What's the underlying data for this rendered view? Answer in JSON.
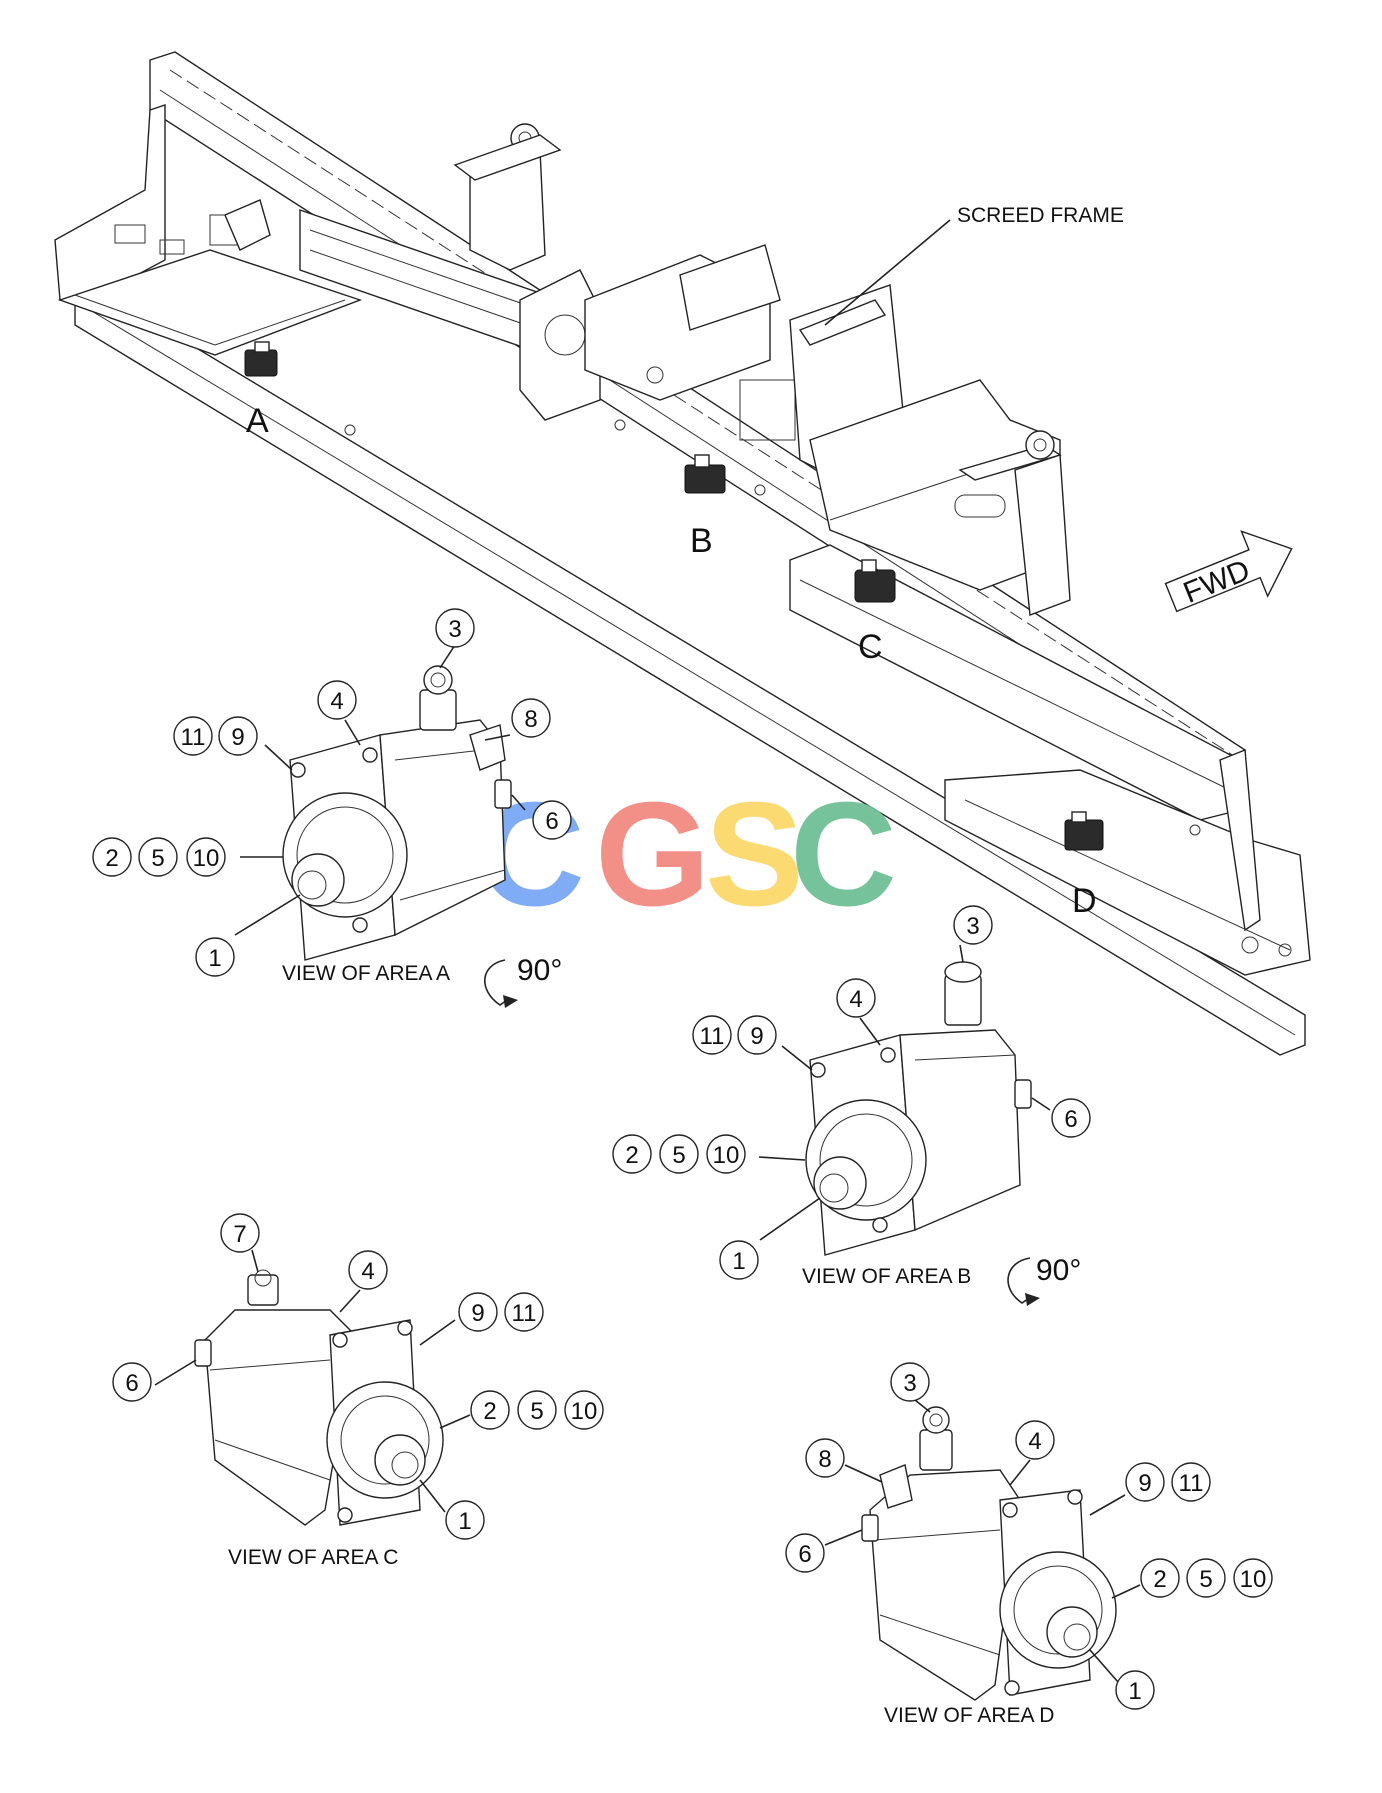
{
  "frame": {
    "callout": "SCREED FRAME",
    "fwd": "FWD",
    "areas": [
      "A",
      "B",
      "C",
      "D"
    ]
  },
  "watermark": {
    "letters": [
      "C",
      "G",
      "S",
      "C"
    ],
    "colors": [
      "#7aa7f5",
      "#f28b82",
      "#fbd96b",
      "#6fbf95"
    ]
  },
  "views": [
    {
      "id": "a",
      "caption": "VIEW OF AREA A",
      "rotation": "90°",
      "callouts": [
        "3",
        "4",
        "8",
        "11",
        "9",
        "6",
        "2",
        "5",
        "10",
        "1"
      ]
    },
    {
      "id": "b",
      "caption": "VIEW OF AREA B",
      "rotation": "90°",
      "callouts": [
        "3",
        "4",
        "11",
        "9",
        "6",
        "2",
        "5",
        "10",
        "1"
      ]
    },
    {
      "id": "c",
      "caption": "VIEW OF AREA C",
      "callouts": [
        "7",
        "4",
        "9",
        "11",
        "6",
        "2",
        "5",
        "10",
        "1"
      ]
    },
    {
      "id": "d",
      "caption": "VIEW OF AREA D",
      "callouts": [
        "3",
        "4",
        "8",
        "9",
        "11",
        "6",
        "2",
        "5",
        "10",
        "1"
      ]
    }
  ],
  "colors": {
    "line": "#222222",
    "background": "#ffffff"
  },
  "icons": [
    "rotation-arrow-icon",
    "fwd-arrow-icon"
  ]
}
